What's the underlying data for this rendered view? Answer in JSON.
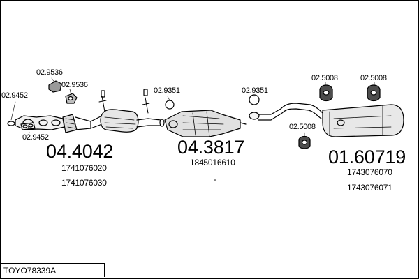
{
  "diagram_code": "TOYO78339A",
  "groups": [
    {
      "name": "front-pipe",
      "main_number": "04.4042",
      "oe_numbers": [
        "1741076020",
        "1741076030"
      ],
      "accessories": [
        "02.9536",
        "02.9536",
        "02.9452",
        "02.9452"
      ]
    },
    {
      "name": "catalytic-converter",
      "main_number": "04.3817",
      "oe_numbers": [
        "1845016610"
      ],
      "accessories": [
        "02.9351",
        "02.9351"
      ]
    },
    {
      "name": "rear-silencer",
      "main_number": "01.60719",
      "oe_numbers": [
        "1743076070",
        "1743076071"
      ],
      "accessories": [
        "02.5008",
        "02.5008",
        "02.5008"
      ]
    }
  ]
}
